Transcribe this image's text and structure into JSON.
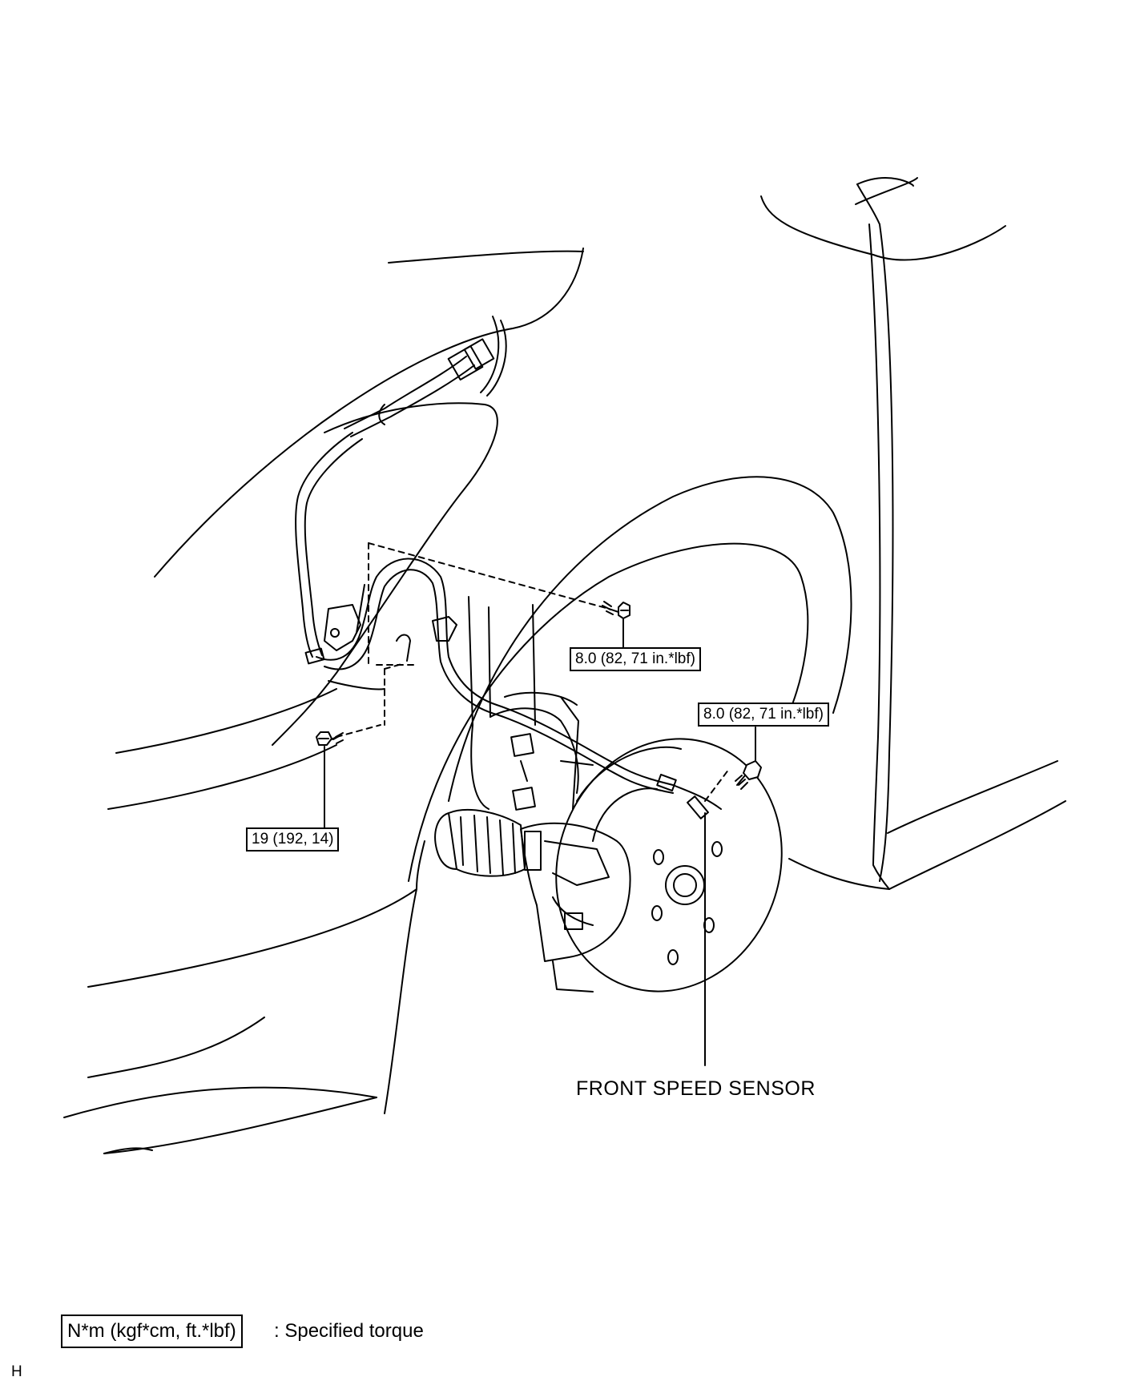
{
  "torque_labels": {
    "upper_bracket_bolt": "8.0 (82, 71 in.*lbf)",
    "sensor_bolt": "8.0 (82, 71 in.*lbf)",
    "lower_bracket_bolt": "19 (192, 14)"
  },
  "part_labels": {
    "front_speed_sensor": "FRONT SPEED SENSOR"
  },
  "legend": {
    "unit_box": "N*m (kgf*cm, ft.*lbf)",
    "description": ": Specified torque"
  },
  "corner_mark": "H",
  "colors": {
    "line": "#000000",
    "background": "#ffffff"
  }
}
